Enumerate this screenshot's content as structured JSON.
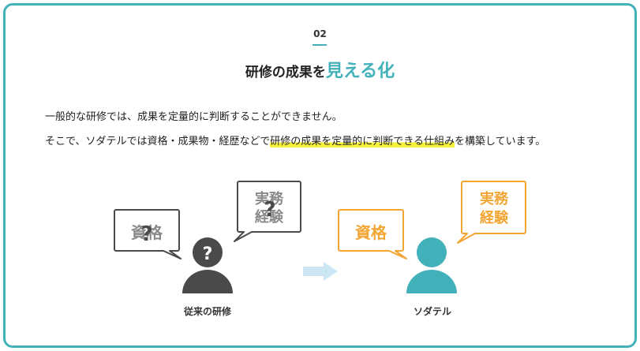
{
  "section": {
    "number": "02",
    "title_prefix": "研修の成果を",
    "title_accent": "見える化"
  },
  "body": {
    "line1": "一般的な研修では、成果を定量的に判断することができません。",
    "line2_before": "そこで、ソダテルでは資格・成果物・経歴などで",
    "line2_highlight": "研修の成果を定量的に判断できる仕組み",
    "line2_after": "を構築しています。"
  },
  "illustration": {
    "left": {
      "bubble1": "資格",
      "bubble2_line1": "実務",
      "bubble2_line2": "経験",
      "question_mark": "?",
      "caption": "従来の研修"
    },
    "right": {
      "bubble1": "資格",
      "bubble2_line1": "実務",
      "bubble2_line2": "経験",
      "caption": "ソダテル"
    }
  },
  "colors": {
    "teal": "#42b1ba",
    "orange": "#f2a533",
    "gray_dark": "#4a4a4a",
    "gray_text": "#8a8a8a",
    "highlight": "#f6f23a",
    "arrow": "#cde6f4"
  }
}
